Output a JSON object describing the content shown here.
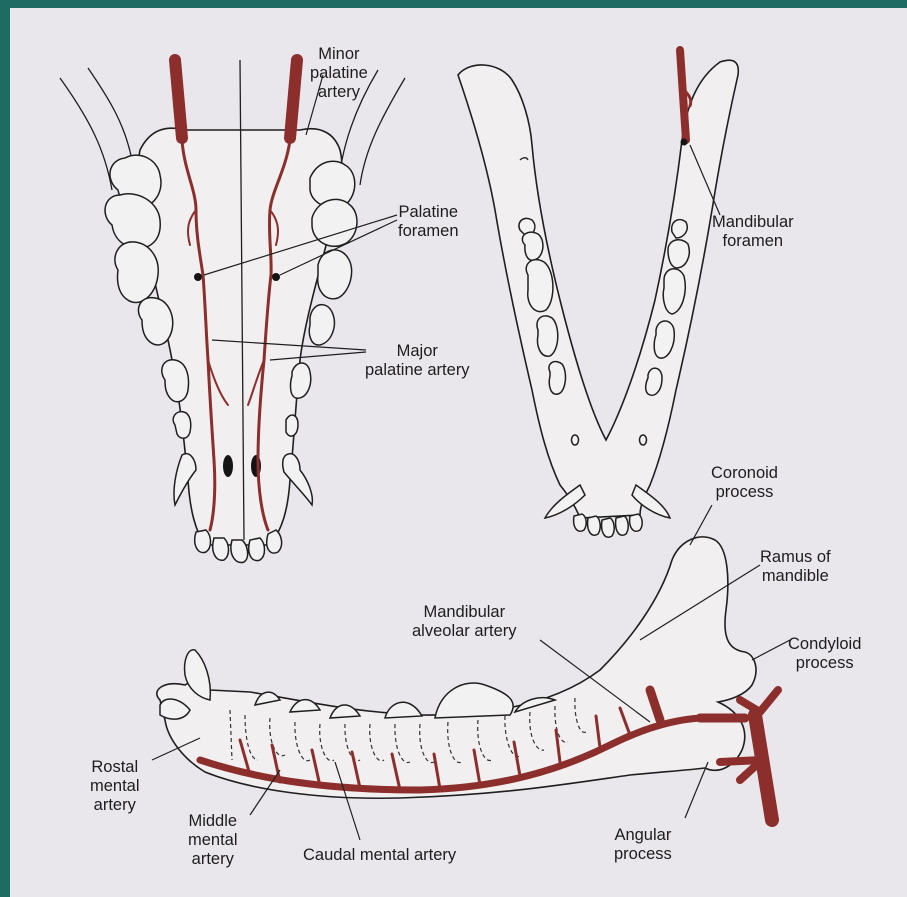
{
  "labels": {
    "minor_palatine_artery": [
      "Minor",
      "palatine",
      "artery"
    ],
    "palatine_foramen": [
      "Palatine",
      "foramen"
    ],
    "major_palatine_artery": [
      "Major",
      "palatine artery"
    ],
    "mandibular_foramen": [
      "Mandibular",
      "foramen"
    ],
    "coronoid_process": [
      "Coronoid",
      "process"
    ],
    "ramus_of_mandible": [
      "Ramus of",
      "mandible"
    ],
    "mandibular_alveolar_artery": [
      "Mandibular",
      "alveolar artery"
    ],
    "condyloid_process": [
      "Condyloid",
      "process"
    ],
    "rostal_mental_artery": [
      "Rostal",
      "mental",
      "artery"
    ],
    "middle_mental_artery": [
      "Middle",
      "mental",
      "artery"
    ],
    "caudal_mental_artery": [
      "Caudal mental artery"
    ],
    "angular_process": [
      "Angular",
      "process"
    ]
  },
  "colors": {
    "background_border": "#1d6b63",
    "plate": "#e9e7ec",
    "artery": "#8b2e2c",
    "line": "#1f1f1f"
  }
}
